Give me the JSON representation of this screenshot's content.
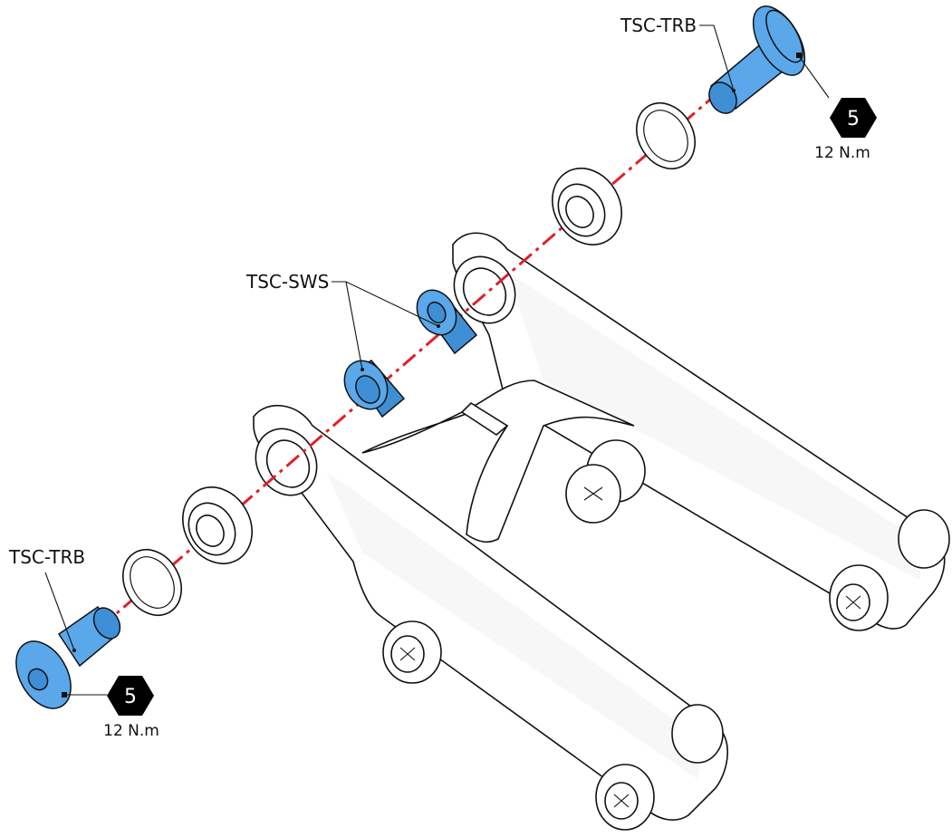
{
  "labels": {
    "trb_top": "TSC-TRB",
    "trb_bottom": "TSC-TRB",
    "sws": "TSC-SWS"
  },
  "torque": {
    "top": {
      "tool_size": "5",
      "value": "12 N.m"
    },
    "bottom": {
      "tool_size": "5",
      "value": "12 N.m"
    }
  },
  "colors": {
    "part_highlight": "#5aa7ea",
    "axis_line": "#e0202a",
    "outline": "#111111",
    "hex_badge": "#000000"
  }
}
